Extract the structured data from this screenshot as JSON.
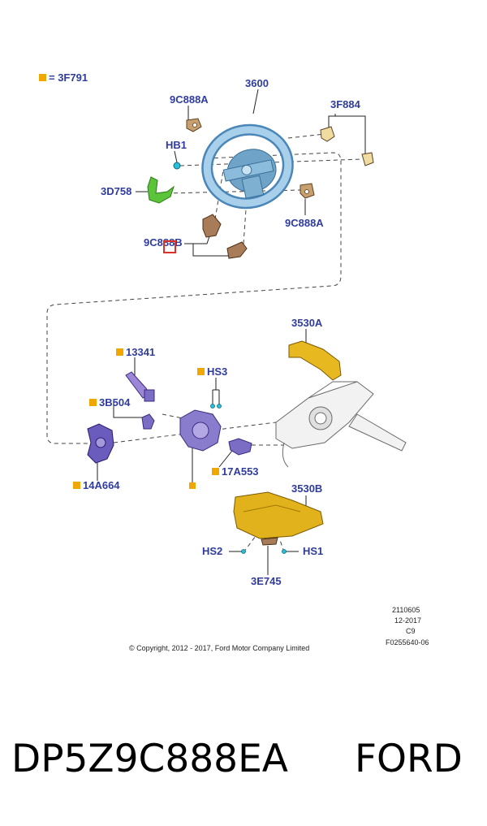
{
  "legend": {
    "code": "= 3F791"
  },
  "labels": {
    "steering_wheel": "3600",
    "paddle_upper_left": "9C888A",
    "paddle_right": "3F884",
    "hb1": "HB1",
    "cover_3d758": "3D758",
    "paddle_lower_right": "9C888A",
    "paddle_selected": "9C888B",
    "shroud_upper": "3530A",
    "lever_13341": "13341",
    "hs3": "HS3",
    "switch_3b504": "3B504",
    "clockspring": "14A664",
    "sensor_17a553": "17A553",
    "shroud_lower": "3530B",
    "hs2": "HS2",
    "hs1": "HS1",
    "bracket_3e745": "3E745"
  },
  "meta": {
    "ref_id": "2110605",
    "date": "12-2017",
    "code": "C9",
    "figure": "F0255640-06",
    "copyright": "© Copyright, 2012 - 2017, Ford Motor Company Limited"
  },
  "part_number": "DP5Z9C888EA",
  "brand": "FORD",
  "colors": {
    "label_blue": "#2f3c9e",
    "marker_orange": "#f0a800",
    "wheel_blue": "#8ab8d6",
    "cover_green": "#5cc43a",
    "switch_purple": "#7b6cc4",
    "shroud_yellow": "#e8b820",
    "highlight_red": "#e0302a",
    "fastener_cyan": "#28c0d8"
  }
}
